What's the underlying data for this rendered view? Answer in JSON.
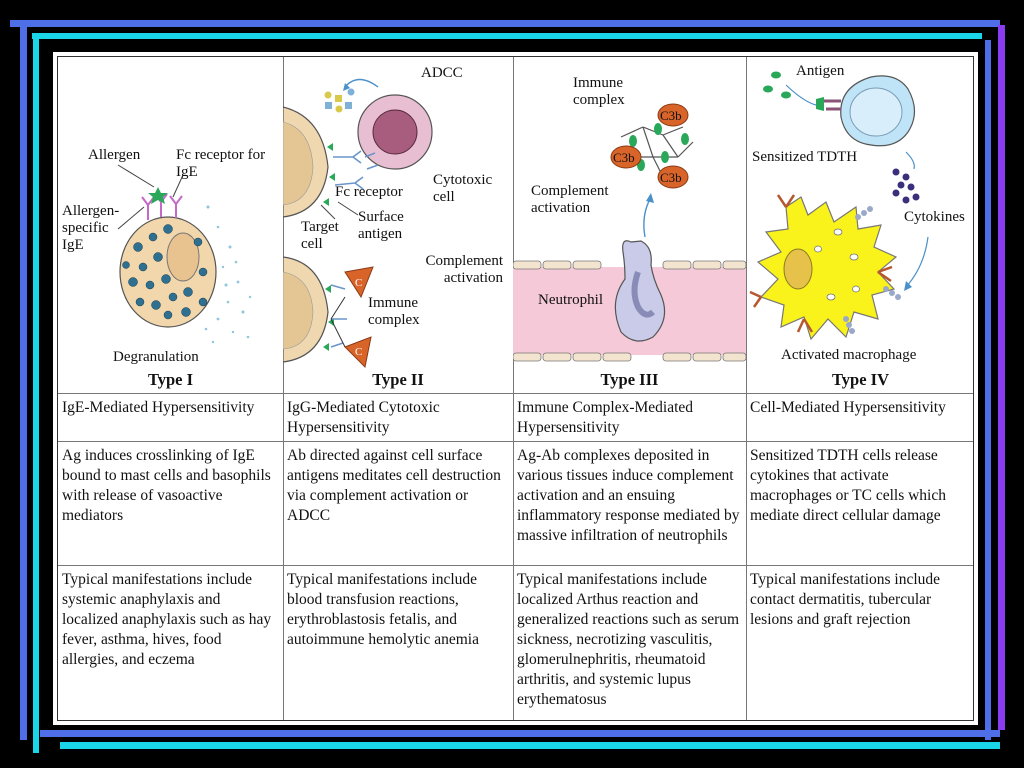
{
  "types": [
    {
      "name": "Type I",
      "mechanism": "IgE-Mediated Hypersensitivity",
      "description": "Ag induces crosslinking of IgE bound to mast cells and basophils with release of vasoactive mediators",
      "manifestations": "Typical manifestations include systemic anaphylaxis and localized anaphylaxis such as hay fever, asthma, hives, food allergies, and eczema",
      "labels": {
        "allergen": "Allergen",
        "fc_receptor": "Fc receptor for IgE",
        "allergen_ige": "Allergen- specific IgE",
        "degranulation": "Degranulation"
      }
    },
    {
      "name": "Type II",
      "mechanism": "IgG-Mediated Cytotoxic Hypersensitivity",
      "description": "Ab directed against cell surface antigens meditates cell destruction via complement activation or ADCC",
      "manifestations": "Typical manifestations include blood transfusion reactions, erythroblastosis fetalis, and autoimmune hemolytic anemia",
      "labels": {
        "adcc": "ADCC",
        "fc_receptor": "Fc receptor",
        "cytotoxic_cell": "Cytotoxic cell",
        "target_cell": "Target cell",
        "surface_antigen": "Surface antigen",
        "complement_activation": "Complement activation",
        "immune_complex": "Immune complex",
        "c_marker": "C"
      }
    },
    {
      "name": "Type III",
      "mechanism": "Immune Complex-Mediated Hypersensitivity",
      "description": "Ag-Ab complexes deposited in various tissues induce complement activation and an ensuing inflammatory response mediated by massive infiltration of neutrophils",
      "manifestations": "Typical manifestations include localized Arthus reaction and generalized reactions such as serum sickness, necrotizing vasculitis, glomerulnephritis, rheumatoid arthritis, and systemic lupus erythematosus",
      "labels": {
        "immune_complex": "Immune complex",
        "c3b": "C3b",
        "complement_activation": "Complement activation",
        "neutrophil": "Neutrophil"
      }
    },
    {
      "name": "Type IV",
      "mechanism": "Cell-Mediated Hypersensitivity",
      "description": "Sensitized TDTH cells release cytokines that activate macrophages or TC cells which mediate direct cellular damage",
      "manifestations": "Typical manifestations include contact dermatitis, tubercular lesions and graft rejection",
      "labels": {
        "antigen": "Antigen",
        "sensitized_tdth": "Sensitized TDTH",
        "cytokines": "Cytokines",
        "activated_macrophage": "Activated macrophage"
      }
    }
  ],
  "colors": {
    "frame_blue": "#4f6fe8",
    "frame_cyan": "#19d6e8",
    "frame_purple": "#8a3cf0",
    "mast_cell": "#f2d7ad",
    "granule": "#2f6f8f",
    "target_cell": "#efd7b0",
    "cytotoxic_cell": "#e8bfd2",
    "vessel": "#f5c9d7",
    "neutrophil": "#c9cbe9",
    "macrophage": "#f9f21b",
    "tdth_cell": "#bfe3f7",
    "complement": "#d9642a"
  }
}
